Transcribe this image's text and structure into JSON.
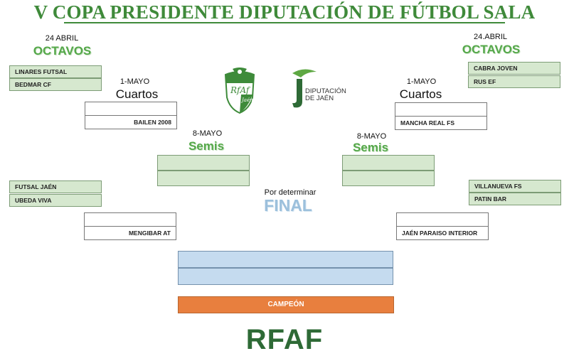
{
  "title": "V COPA PRESIDENTE DIPUTACIÓN DE FÚTBOL SALA",
  "left": {
    "octavos_date": "24 ABRIL",
    "octavos_label": "OCTAVOS",
    "cuartos_date": "1-MAYO",
    "cuartos_label": "Cuartos",
    "semis_date": "8-MAYO",
    "semis_label": "Semis",
    "top_pair": [
      "LINARES FUTSAL",
      "BEDMAR CF"
    ],
    "top_cuartos": [
      "",
      "BAILEN 2008"
    ],
    "semis": [
      "",
      ""
    ],
    "bottom_pair": [
      "FUTSAL JAÉN",
      "UBEDA VIVA"
    ],
    "bottom_cuartos": [
      "",
      "MENGIBAR AT"
    ]
  },
  "right": {
    "octavos_date": "24.ABRIL",
    "octavos_label": "OCTAVOS",
    "cuartos_date": "1-MAYO",
    "cuartos_label": "Cuartos",
    "semis_date": "8-MAYO",
    "semis_label": "Semis",
    "top_pair": [
      "CABRA JOVEN",
      "RUS EF"
    ],
    "top_cuartos": [
      "",
      "MANCHA REAL FS"
    ],
    "semis": [
      "",
      ""
    ],
    "bottom_pair": [
      "VILLANUEVA FS",
      "PATIN BAR"
    ],
    "bottom_cuartos": [
      "",
      "JAÉN PARAISO INTERIOR"
    ]
  },
  "final": {
    "date": "Por determinar",
    "label": "FINAL",
    "slots": [
      "",
      ""
    ]
  },
  "champion_label": "CAMPEÓN",
  "footer": "RFAF",
  "logos": {
    "diputacion_line1": "DIPUTACIÓN",
    "diputacion_line2": "DE JAÉN",
    "diputacion_letter": "J",
    "rfaf_crest_text": "RFAF",
    "rfaf_crest_sub": "Jaén"
  },
  "colors": {
    "title": "#3f8a3a",
    "stage_green": "#55a84a",
    "slot_green": "#d6e8cf",
    "slot_blue": "#c5dbef",
    "champion": "#e87f3e",
    "footer": "#2e6a36"
  }
}
